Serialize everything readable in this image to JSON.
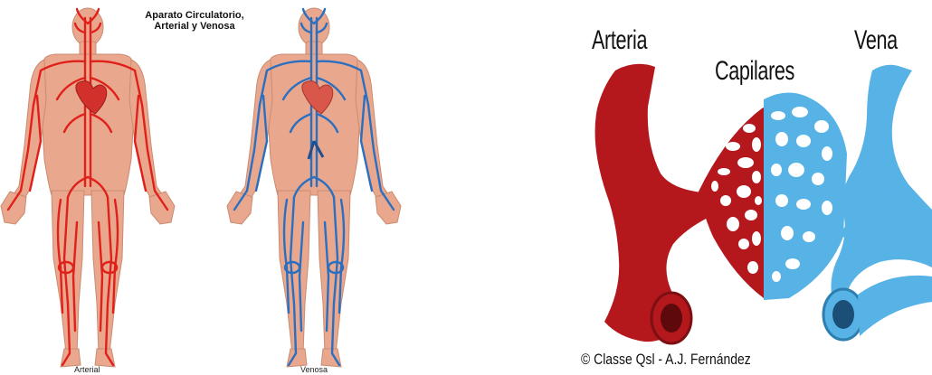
{
  "left": {
    "title_line1": "Aparato Circulatorio,",
    "title_line2": "Arterial y Venosa",
    "caption_left": "Arterial",
    "caption_right": "Venosa",
    "arterial_color": "#e0201a",
    "venous_color": "#2a6fc0",
    "skin_color": "#e9a88d"
  },
  "right": {
    "label_artery": "Arteria",
    "label_capillaries": "Capilares",
    "label_vein": "Vena",
    "credit": "© Classe Qsl - A.J. Fernández",
    "artery_color": "#b4171c",
    "vein_color": "#57b2e6"
  }
}
